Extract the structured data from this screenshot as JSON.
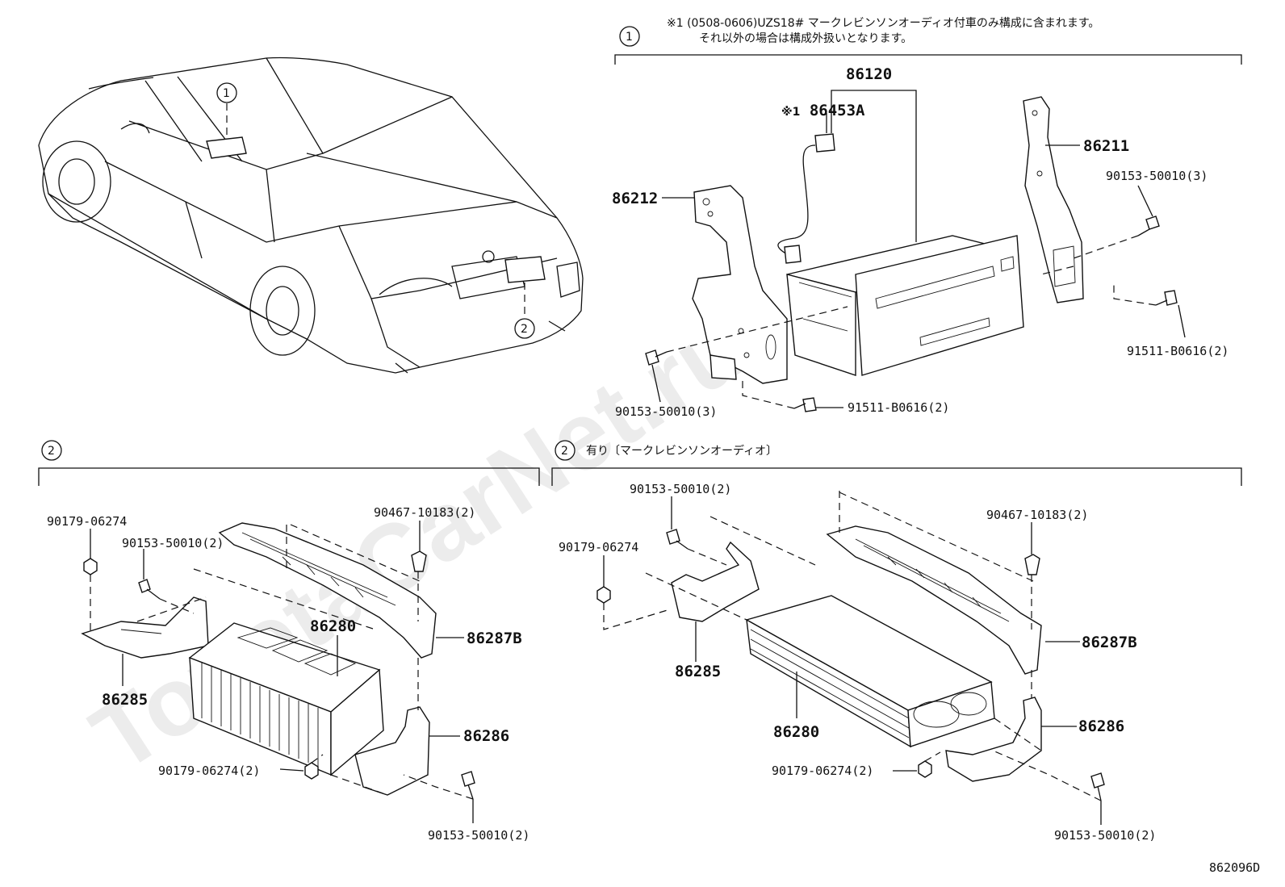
{
  "watermark": "ToyotaCarNet.ru",
  "diagram_code": "862096D",
  "notes": {
    "marker": "※1",
    "line1": "(0508-0606)UZS18# マークレビンソンオーディオ付車のみ構成に含まれます。",
    "line2": "それ以外の場合は構成外扱いとなります。"
  },
  "circles": {
    "one": "1",
    "two": "2"
  },
  "section_two_right_header": "有り〔マークレビンソンオーディオ〕",
  "section1_labels": {
    "radio_assembly": "86120",
    "antenna_cord": "86453A",
    "antenna_cord_marker": "※1",
    "right_bracket": "86211",
    "left_bracket": "86212",
    "screw_right": "90153-50010(3)",
    "bolt_right": "91511-B0616(2)",
    "screw_left": "90153-50010(3)",
    "bolt_bottom": "91511-B0616(2)"
  },
  "section2_left_labels": {
    "nut_top": "90179-06274",
    "screw_top": "90153-50010(2)",
    "clip": "90467-10183(2)",
    "amplifier": "86280",
    "cover": "86287B",
    "bracket_left": "86285",
    "bracket_right": "86286",
    "nut_bottom": "90179-06274(2)",
    "screw_bottom": "90153-50010(2)"
  },
  "section2_right_labels": {
    "screw_top": "90153-50010(2)",
    "nut_top": "90179-06274",
    "clip": "90467-10183(2)",
    "cover": "86287B",
    "bracket_left": "86285",
    "amplifier": "86280",
    "bracket_right": "86286",
    "nut_bottom": "90179-06274(2)",
    "screw_bottom": "90153-50010(2)"
  }
}
